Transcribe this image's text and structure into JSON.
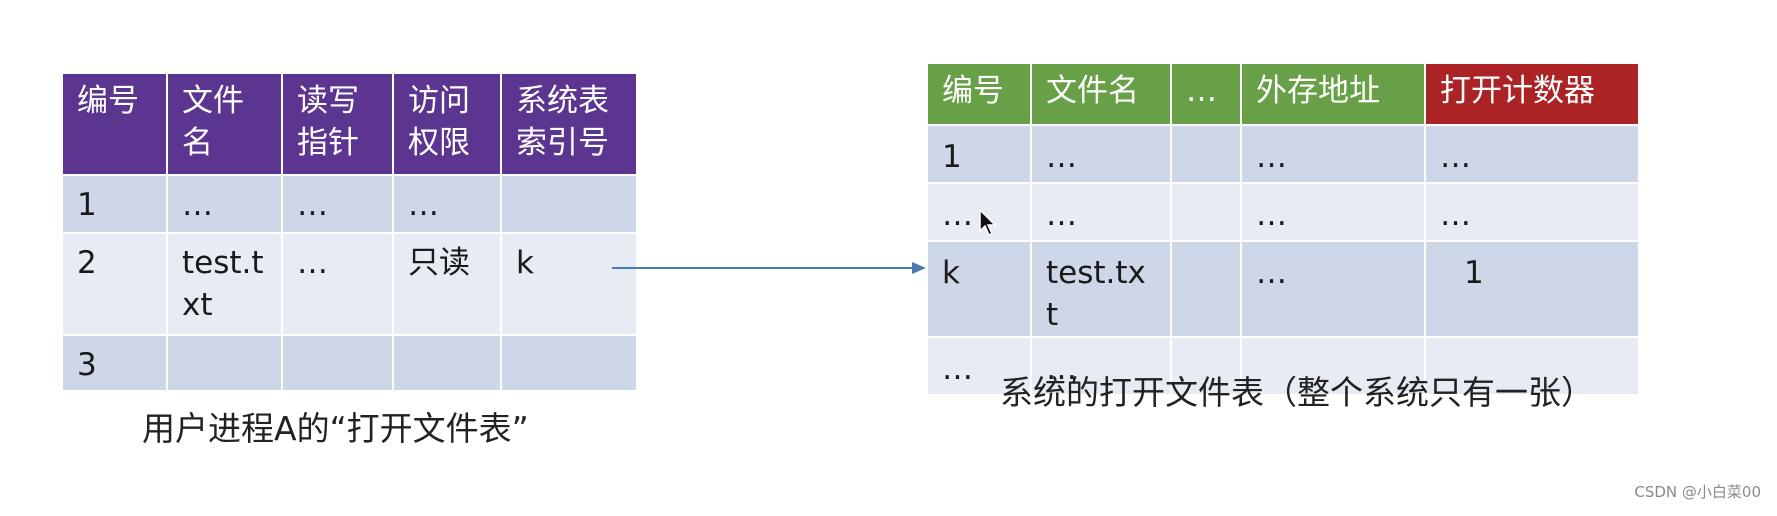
{
  "process_table": {
    "headers": [
      "编号",
      "文件名",
      "读写指针",
      "访问权限",
      "系统表索引号"
    ],
    "rows": [
      [
        "1",
        "…",
        "…",
        "…",
        ""
      ],
      [
        "2",
        "test.txt",
        "…",
        "只读",
        "k"
      ],
      [
        "3",
        "",
        "",
        "",
        ""
      ]
    ],
    "header_color": "#5b3590",
    "caption": "用户进程A的“打开文件表”"
  },
  "system_table": {
    "headers": [
      "编号",
      "文件名",
      "…",
      "外存地址",
      "打开计数器"
    ],
    "header_colors": [
      "#67a046",
      "#67a046",
      "#67a046",
      "#67a046",
      "#ab2325"
    ],
    "rows": [
      [
        "1",
        "…",
        "",
        "…",
        "…"
      ],
      [
        "…",
        "…",
        "",
        "…",
        "…"
      ],
      [
        "k",
        "test.txt",
        "",
        "…",
        "1"
      ],
      [
        "…",
        "…",
        "",
        "",
        ""
      ]
    ],
    "caption": "系统的打开文件表（整个系统只有一张）"
  },
  "watermark": "CSDN @小白菜00"
}
